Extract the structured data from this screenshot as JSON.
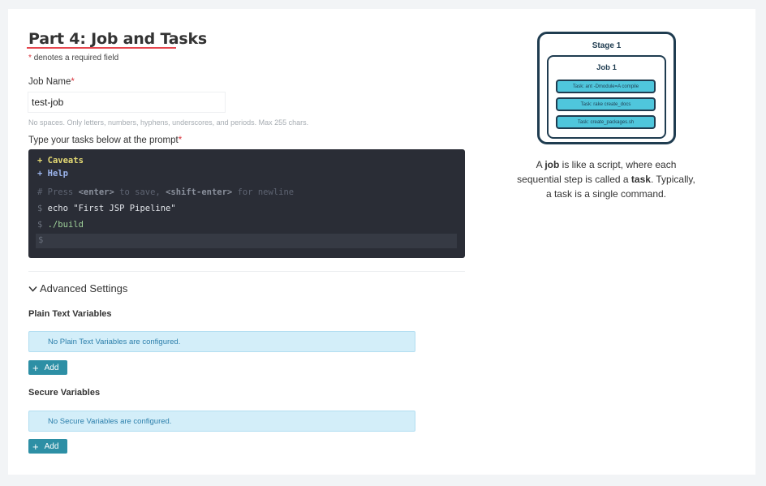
{
  "page": {
    "title": "Part 4: Job and Tasks",
    "required_star": "*",
    "required_note": "denotes a required field"
  },
  "job": {
    "label": "Job Name",
    "value": "test-job",
    "hint": "No spaces. Only letters, numbers, hyphens, underscores, and periods. Max 255 chars."
  },
  "tasks": {
    "label": "Type your tasks below at the prompt",
    "caveats": "+ Caveats",
    "help": "+ Help",
    "comment_prefix": "# Press ",
    "comment_key1": "<enter>",
    "comment_mid": " to save, ",
    "comment_key2": "<shift-enter>",
    "comment_suffix": " for newline",
    "prompt": "$",
    "commands": [
      "echo \"First JSP Pipeline\"",
      "./build"
    ]
  },
  "advanced": {
    "label": "Advanced Settings",
    "plain": {
      "label": "Plain Text Variables",
      "empty": "No Plain Text Variables are configured.",
      "add": "Add"
    },
    "secure": {
      "label": "Secure Variables",
      "empty": "No Secure Variables are configured.",
      "add": "Add"
    }
  },
  "diagram": {
    "stage": "Stage 1",
    "job": "Job 1",
    "tasks": [
      "Task: ant -Dmodule=A compile",
      "Task: rake create_docs",
      "Task: create_packages.sh"
    ]
  },
  "description": {
    "p1": "A ",
    "b1": "job",
    "p2": " is like a script, where each sequential step is called a ",
    "b2": "task",
    "p3": ". Typically, a task is a single command."
  },
  "colors": {
    "accent_underline": "#e5454c",
    "terminal_bg": "#2a2d36",
    "info_bg": "#d3eef9",
    "button_bg": "#2d8fa5",
    "diagram_pill": "#4fc6dc",
    "diagram_border": "#1f3c50"
  }
}
